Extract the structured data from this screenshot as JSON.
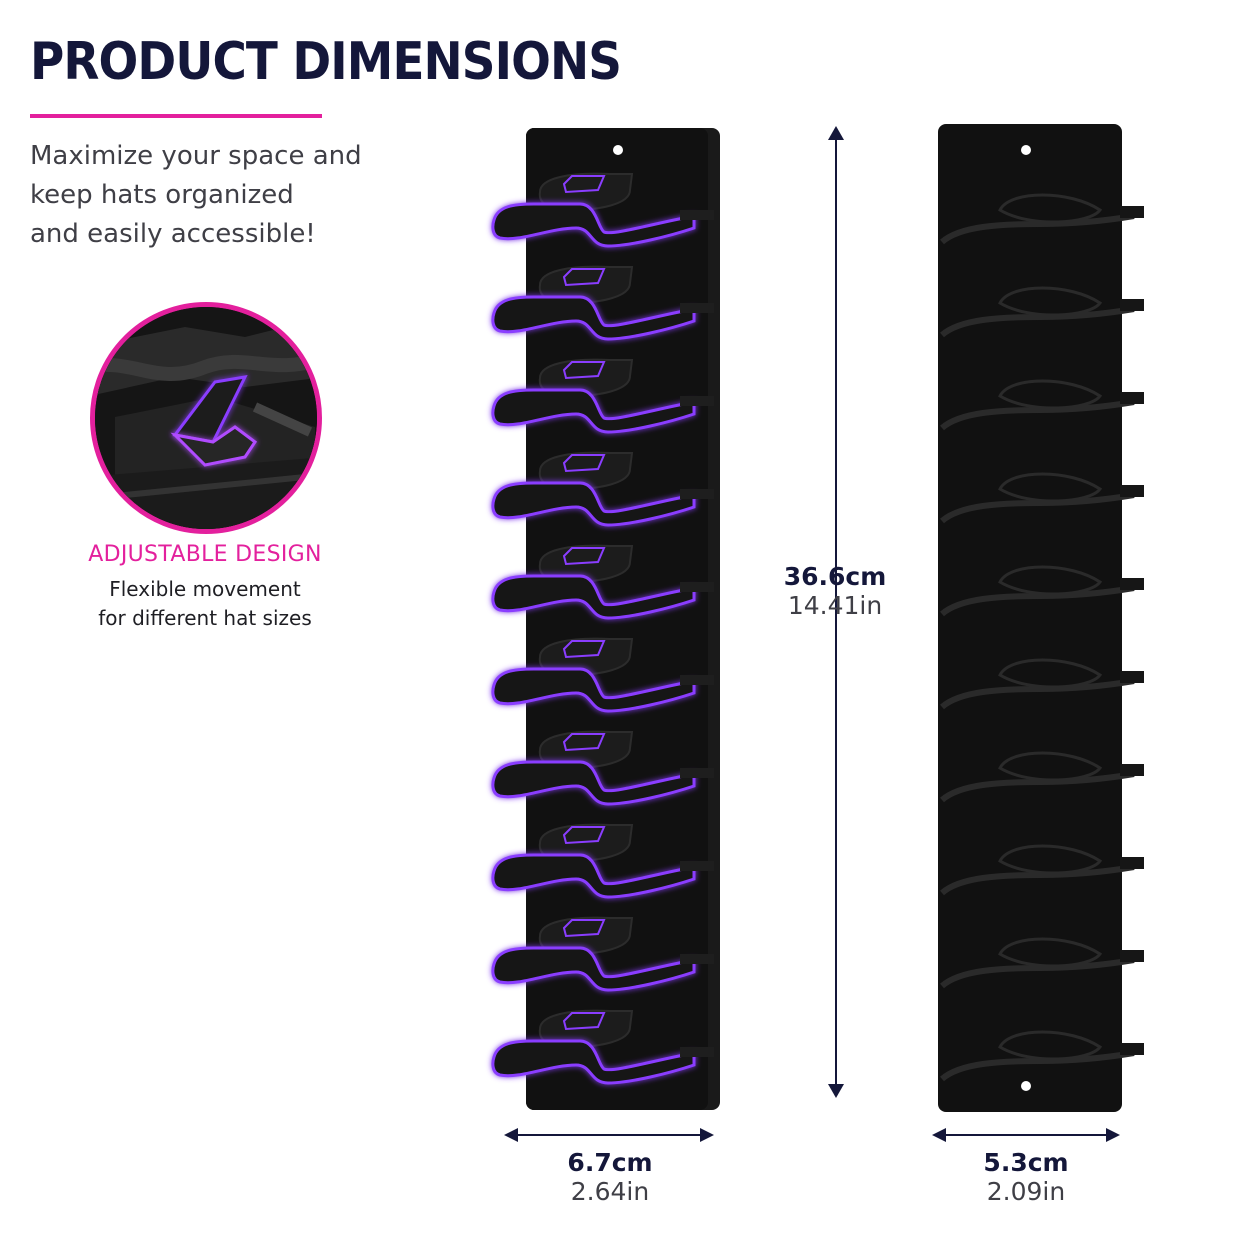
{
  "header": {
    "title": "PRODUCT DIMENSIONS",
    "tagline_lines": [
      "Maximize your space and",
      "keep hats organized",
      "and easily accessible!"
    ]
  },
  "feature": {
    "title": "ADJUSTABLE DESIGN",
    "desc_lines": [
      "Flexible movement",
      "for different hat sizes"
    ]
  },
  "dimensions": {
    "height": {
      "metric": "36.6cm",
      "imperial": "14.41in"
    },
    "front_width": {
      "metric": "6.7cm",
      "imperial": "2.64in"
    },
    "side_width": {
      "metric": "5.3cm",
      "imperial": "2.09in"
    }
  },
  "rack": {
    "hook_count": 10
  },
  "colors": {
    "navy": "#14173a",
    "accent_pink": "#e3209d",
    "glow_purple": "#8a3dff",
    "rack_black": "#111111"
  }
}
